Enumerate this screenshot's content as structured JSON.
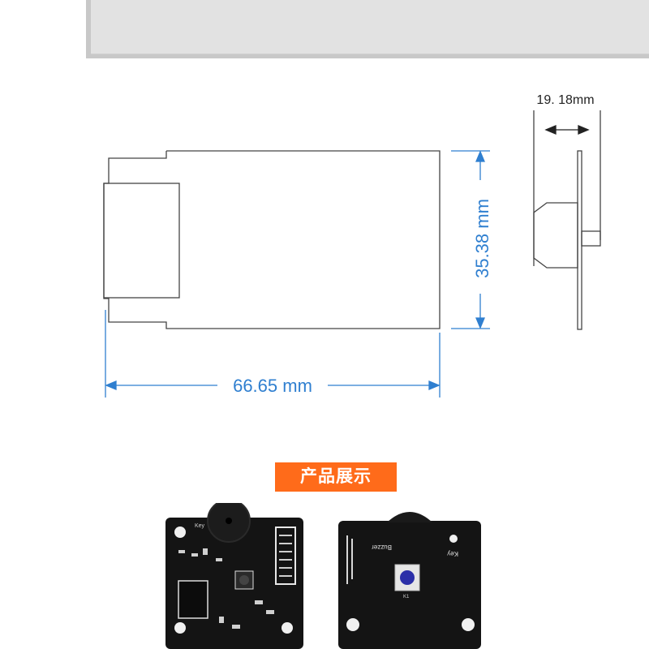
{
  "dimensions": {
    "width_label": "66.65 mm",
    "height_label": "35.38 mm",
    "depth_label": "19. 18mm"
  },
  "section": {
    "title": "产品展示"
  },
  "board_front": {
    "key_label": "Key"
  },
  "board_back": {
    "buzzer_label": "Buzzer",
    "key_label": "Key",
    "switch_label": "K1"
  },
  "colors": {
    "dimension_blue": "#2f7fd0",
    "accent_orange": "#ff6b1a",
    "pcb_black": "#141414"
  }
}
